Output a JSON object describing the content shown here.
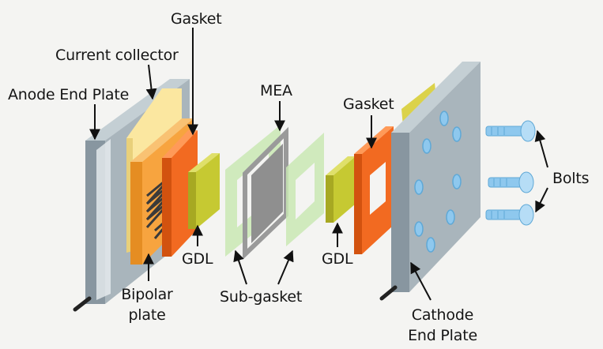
{
  "labels": {
    "gasket_left": "Gasket",
    "current_collector": "Current collector",
    "anode_end_plate": "Anode End Plate",
    "mea": "MEA",
    "gasket_right": "Gasket",
    "bolts": "Bolts",
    "gdl_left": "GDL",
    "gdl_right": "GDL",
    "bipolar_plate_line1": "Bipolar",
    "bipolar_plate_line2": "plate",
    "sub_gasket": "Sub-gasket",
    "cathode_end_plate_line1": "Cathode",
    "cathode_end_plate_line2": "End Plate"
  },
  "colors": {
    "end_plate": "#9aa7ae",
    "current_collector": "#fbe7a0",
    "bipolar_plate": "#f7a43f",
    "gasket": "#f26a21",
    "gdl": "#c6c932",
    "sub_gasket": "#c9e8b4",
    "mea": "#8f8f8f",
    "bolt": "#8ec8ee"
  }
}
